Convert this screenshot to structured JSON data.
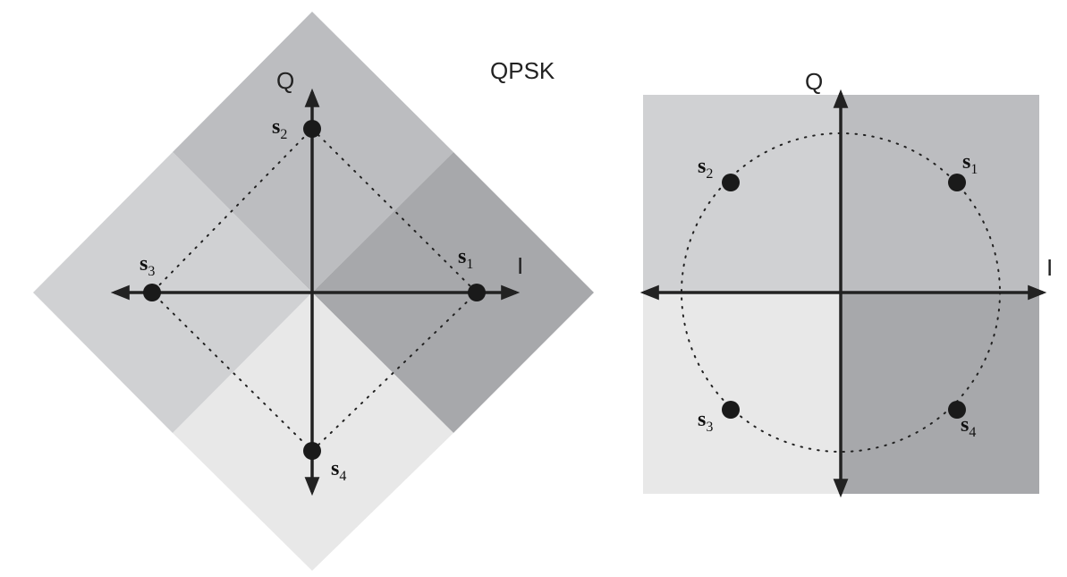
{
  "title": "QPSK",
  "colors": {
    "region_q1": "#bcbdc0",
    "region_q2": "#d0d1d3",
    "region_q3": "#e8e8e8",
    "region_q4": "#a7a8ab",
    "axis": "#222222",
    "point": "#1a1a1a"
  },
  "left_diagram": {
    "i_label": "I",
    "q_label": "Q",
    "points": [
      {
        "name": "s",
        "sub": "1"
      },
      {
        "name": "s",
        "sub": "2"
      },
      {
        "name": "s",
        "sub": "3"
      },
      {
        "name": "s",
        "sub": "4"
      }
    ]
  },
  "right_diagram": {
    "i_label": "I",
    "q_label": "Q",
    "points": [
      {
        "name": "s",
        "sub": "1"
      },
      {
        "name": "s",
        "sub": "2"
      },
      {
        "name": "s",
        "sub": "3"
      },
      {
        "name": "s",
        "sub": "4"
      }
    ]
  }
}
